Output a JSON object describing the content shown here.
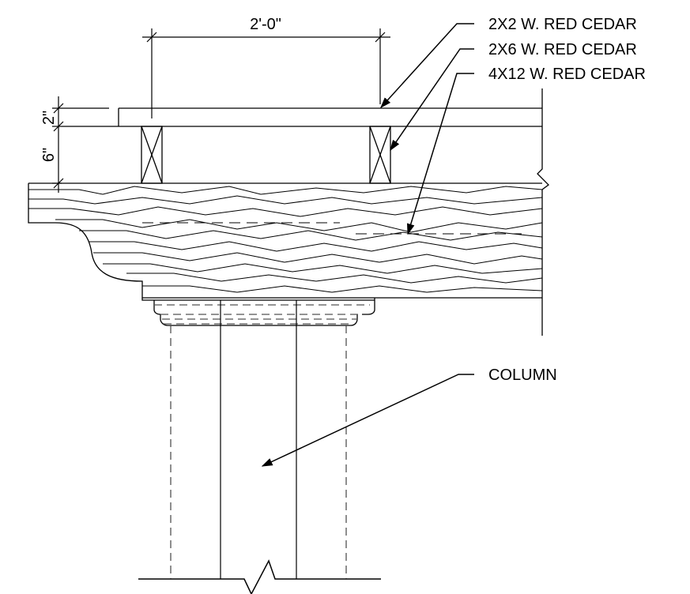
{
  "diagram": {
    "dimensions": {
      "spacing": "2'-0\"",
      "top_thickness": "2\"",
      "joist_depth": "6\""
    },
    "callouts": {
      "top_member": "2X2 W. RED CEDAR",
      "joist": "2X6 W. RED CEDAR",
      "beam": "4X12 W. RED CEDAR",
      "column": "COLUMN"
    },
    "colors": {
      "ink": "#000000",
      "hidden_line": "#555555",
      "background": "#ffffff"
    }
  }
}
